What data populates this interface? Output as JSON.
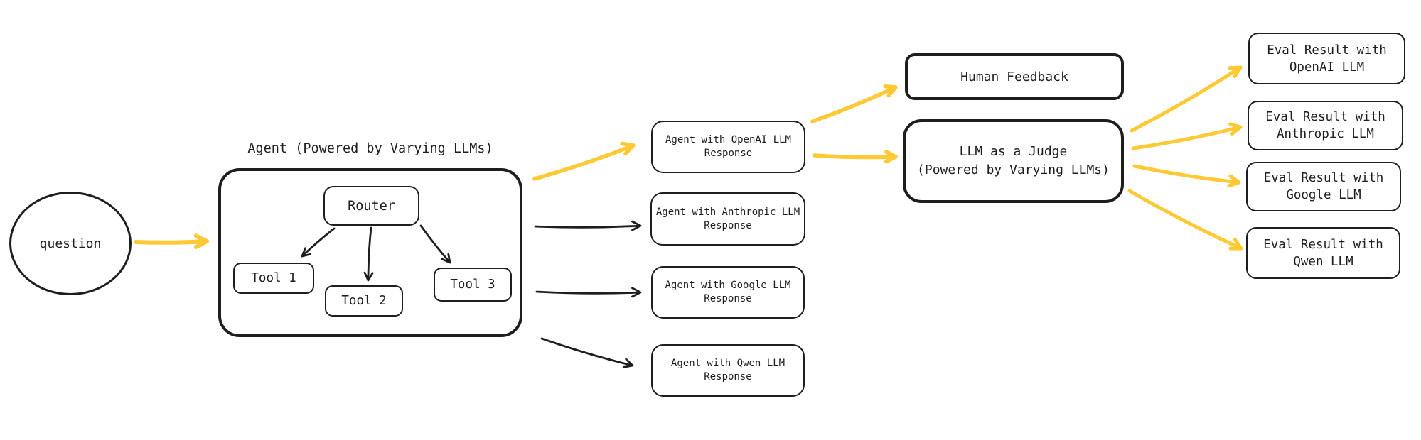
{
  "colors": {
    "stroke": "#1e1e1e",
    "accent": "#FFC933",
    "background": "#ffffff"
  },
  "nodes": {
    "question": {
      "label": "question"
    },
    "agent_group": {
      "title": "Agent (Powered by Varying LLMs)"
    },
    "router": {
      "label": "Router"
    },
    "tool_1": {
      "label": "Tool 1"
    },
    "tool_2": {
      "label": "Tool 2"
    },
    "tool_3": {
      "label": "Tool 3"
    },
    "response_openai": {
      "label": "Agent with OpenAI LLM\nResponse"
    },
    "response_anthropic": {
      "label": "Agent with Anthropic LLM\nResponse"
    },
    "response_google": {
      "label": "Agent with Google LLM\nResponse"
    },
    "response_qwen": {
      "label": "Agent with Qwen LLM\nResponse"
    },
    "human_feedback": {
      "label": "Human Feedback"
    },
    "judge": {
      "label": "LLM as a Judge\n(Powered by Varying LLMs)"
    },
    "eval_openai": {
      "label": "Eval Result with\nOpenAI LLM"
    },
    "eval_anthropic": {
      "label": "Eval Result with\nAnthropic LLM"
    },
    "eval_google": {
      "label": "Eval Result with\nGoogle LLM"
    },
    "eval_qwen": {
      "label": "Eval Result with\nQwen LLM"
    }
  },
  "edges": [
    {
      "id": "question-to-agent",
      "from": "question",
      "to": "agent-group",
      "color": "accent"
    },
    {
      "id": "router-to-tool-1",
      "from": "router",
      "to": "tool-1",
      "color": "stroke"
    },
    {
      "id": "router-to-tool-2",
      "from": "router",
      "to": "tool-2",
      "color": "stroke"
    },
    {
      "id": "router-to-tool-3",
      "from": "router",
      "to": "tool-3",
      "color": "stroke"
    },
    {
      "id": "agent-to-openai-response",
      "from": "agent-group",
      "to": "response-openai",
      "color": "accent"
    },
    {
      "id": "agent-to-anthropic-response",
      "from": "agent-group",
      "to": "response-anthropic",
      "color": "stroke"
    },
    {
      "id": "agent-to-google-response",
      "from": "agent-group",
      "to": "response-google",
      "color": "stroke"
    },
    {
      "id": "agent-to-qwen-response",
      "from": "agent-group",
      "to": "response-qwen",
      "color": "stroke"
    },
    {
      "id": "openai-response-to-human-feedback",
      "from": "response-openai",
      "to": "human-feedback",
      "color": "accent"
    },
    {
      "id": "openai-response-to-judge",
      "from": "response-openai",
      "to": "judge",
      "color": "accent"
    },
    {
      "id": "judge-to-eval-openai",
      "from": "judge",
      "to": "eval-openai",
      "color": "accent"
    },
    {
      "id": "judge-to-eval-anthropic",
      "from": "judge",
      "to": "eval-anthropic",
      "color": "accent"
    },
    {
      "id": "judge-to-eval-google",
      "from": "judge",
      "to": "eval-google",
      "color": "accent"
    },
    {
      "id": "judge-to-eval-qwen",
      "from": "judge",
      "to": "eval-qwen",
      "color": "accent"
    }
  ]
}
